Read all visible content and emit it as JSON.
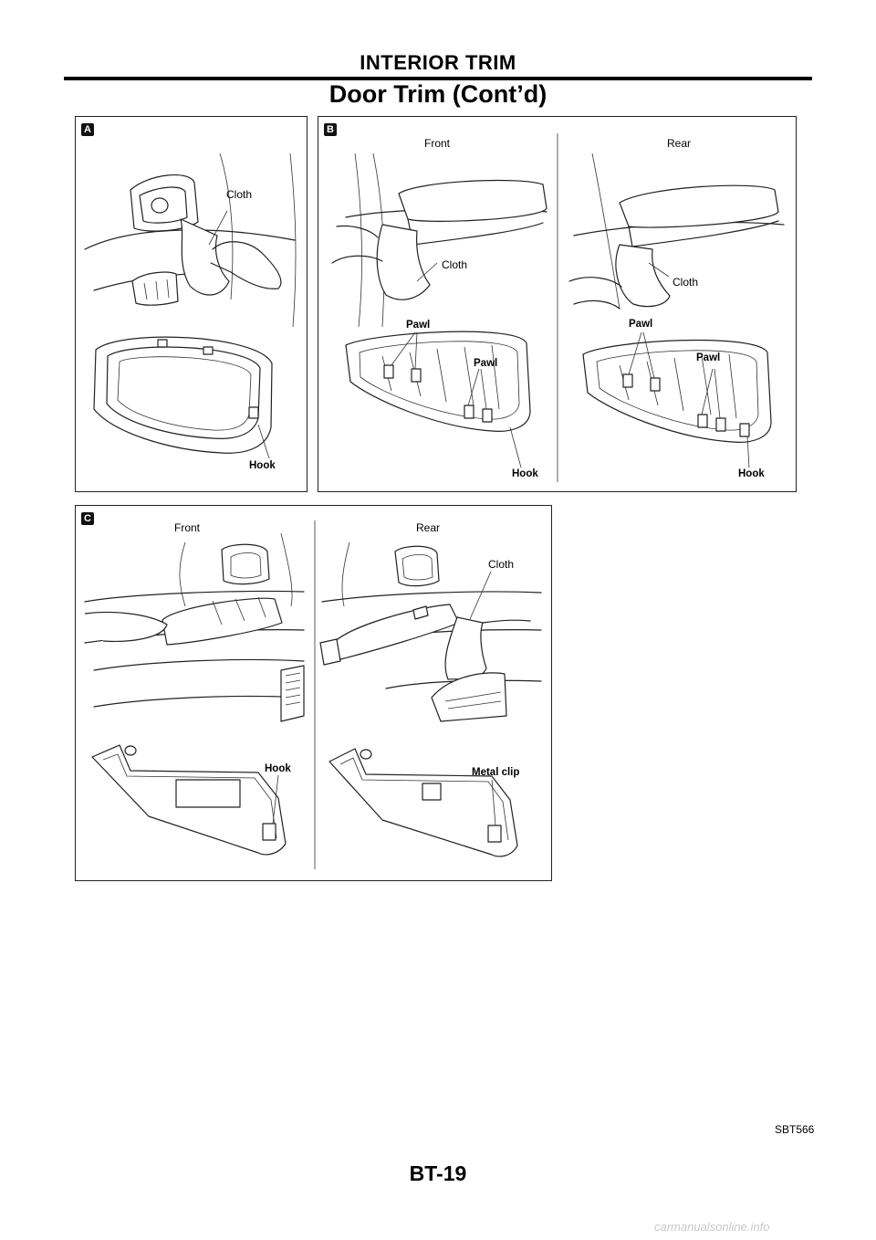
{
  "header": {
    "section": "INTERIOR TRIM",
    "subtitle": "Door Trim (Cont’d)"
  },
  "panels": {
    "a": {
      "badge": "A",
      "labels": {
        "cloth": "Cloth",
        "hook": "Hook"
      }
    },
    "b": {
      "badge": "B",
      "front": {
        "title": "Front",
        "cloth": "Cloth",
        "pawl1": "Pawl",
        "pawl2": "Pawl",
        "hook": "Hook"
      },
      "rear": {
        "title": "Rear",
        "cloth": "Cloth",
        "pawl1": "Pawl",
        "pawl2": "Pawl",
        "hook": "Hook"
      }
    },
    "c": {
      "badge": "C",
      "front": {
        "title": "Front",
        "hook": "Hook"
      },
      "rear": {
        "title": "Rear",
        "cloth": "Cloth",
        "clip": "Metal clip"
      }
    }
  },
  "figure_code": "SBT566",
  "page_number": "BT-19",
  "watermark": "carmanualsonline.info"
}
